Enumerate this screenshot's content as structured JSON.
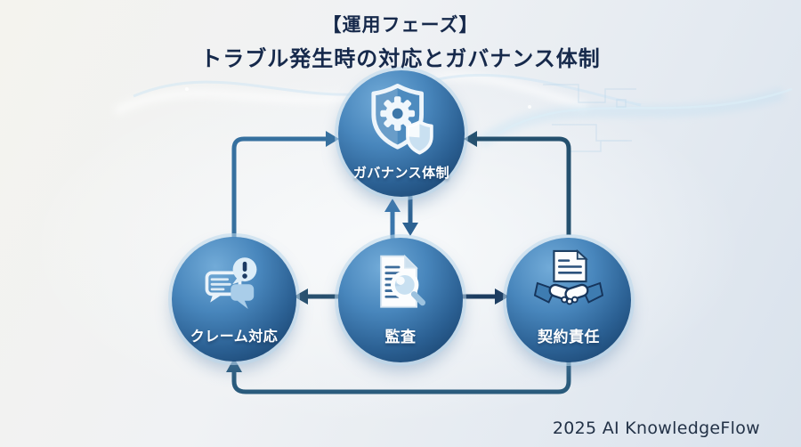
{
  "title": {
    "line1": "【運用フェーズ】",
    "line2": "トラブル発生時の対応とガバナンス体制"
  },
  "nodes": [
    {
      "id": "governance",
      "label": "ガバナンス体制",
      "icon": "shield-gear-icon"
    },
    {
      "id": "claims",
      "label": "クレーム対応",
      "icon": "speech-alert-icon"
    },
    {
      "id": "audit",
      "label": "監査",
      "icon": "document-magnifier-icon"
    },
    {
      "id": "contract",
      "label": "契約責任",
      "icon": "document-handshake-icon"
    }
  ],
  "edges": [
    {
      "from": "クレーム対応",
      "to": "ガバナンス体制",
      "shape": "up-then-right"
    },
    {
      "from": "契約責任",
      "to": "ガバナンス体制",
      "shape": "up-then-left"
    },
    {
      "from": "ガバナンス体制",
      "to": "監査",
      "shape": "down"
    },
    {
      "from": "監査",
      "to": "ガバナンス体制",
      "shape": "up"
    },
    {
      "from": "監査",
      "to": "クレーム対応",
      "shape": "left"
    },
    {
      "from": "監査",
      "to": "契約責任",
      "shape": "right"
    },
    {
      "from": "契約責任",
      "to": "クレーム対応",
      "shape": "bottom-loop"
    }
  ],
  "footer": {
    "credit": "2025 AI KnowledgeFlow"
  },
  "colors": {
    "title_text": "#16294b",
    "node_fill_top": "#5596c8",
    "node_fill_bottom": "#153a60",
    "node_rim": "#bcd9ec",
    "label_text": "#ffffff",
    "arrow_steel_blue": "#36709f",
    "arrow_dark_navy": "#24506e",
    "arrow_deep_navy": "#1c3c60",
    "bottom_loop": "#2a5b7c",
    "background": "#e8eef3"
  }
}
